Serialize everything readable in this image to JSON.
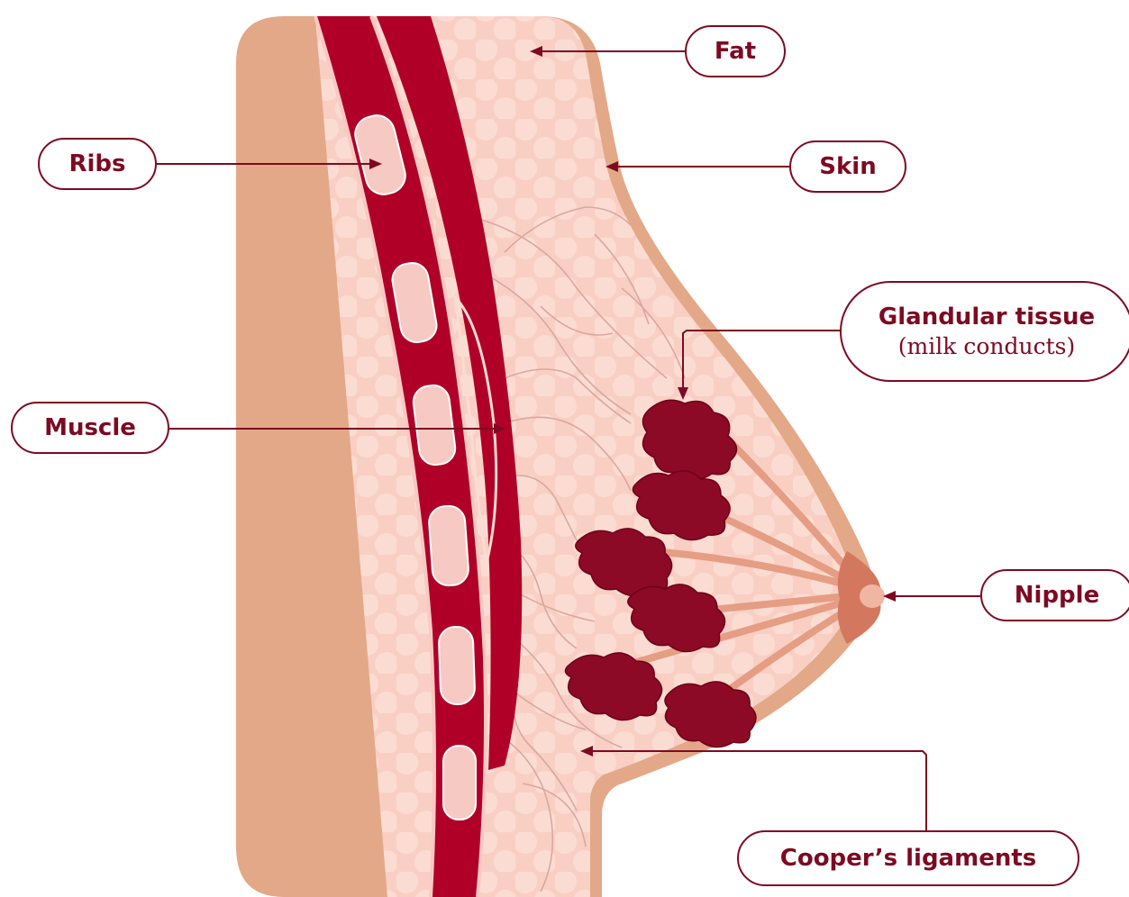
{
  "labels": {
    "fat": "Fat",
    "ribs": "Ribs",
    "skin": "Skin",
    "glandular_tissue": "Glandular tissue",
    "glandular_tissue_sub": "(milk conducts)",
    "muscle": "Muscle",
    "nipple": "Nipple",
    "coopers_ligaments": "Cooper’s ligaments"
  },
  "colors": {
    "torso": "#e3a887",
    "muscle": "#b00028",
    "fat": "#f9cfc4",
    "fat_circle": "#fbdcd3",
    "rib": "#f7c9c3",
    "gland": "#8c0a26",
    "label": "#7d0a22",
    "areola": "#d3785f",
    "skin_edge": "#e3a887"
  }
}
